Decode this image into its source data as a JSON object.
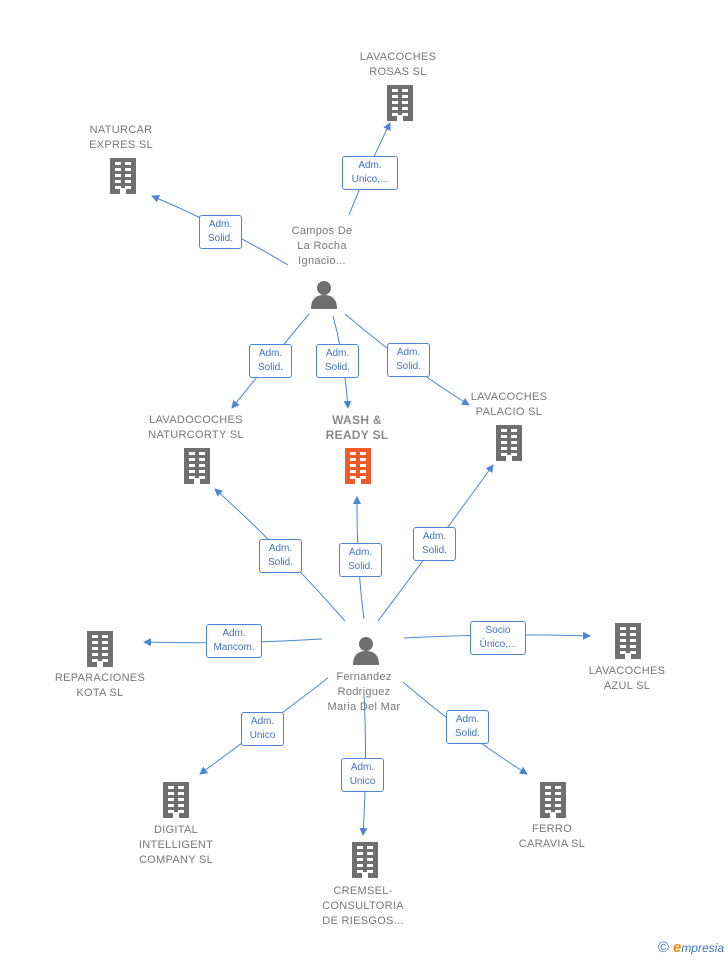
{
  "nodes": {
    "lavacoches_rosas": {
      "label": "LAVACOCHES\nROSAS SL",
      "type": "company"
    },
    "naturcar": {
      "label": "NATURCAR\nEXPRES SL",
      "type": "company"
    },
    "campos": {
      "label": "Campos De\nLa Rocha\nIgnacio...",
      "type": "person"
    },
    "lavadocoches": {
      "label": "LAVADOCOCHES\nNATURCORTY SL",
      "type": "company"
    },
    "wash": {
      "label": "WASH &\nREADY SL",
      "type": "focus"
    },
    "lavacoches_palacio": {
      "label": "LAVACOCHES\nPALACIO SL",
      "type": "company"
    },
    "reparaciones": {
      "label": "REPARACIONES\nKOTA SL",
      "type": "company"
    },
    "fernandez": {
      "label": "Fernandez\nRodriguez\nMaria Del Mar",
      "type": "person"
    },
    "lavacoches_azul": {
      "label": "LAVACOCHES\nAZUL SL",
      "type": "company"
    },
    "digital": {
      "label": "DIGITAL\nINTELLIGENT\nCOMPANY SL",
      "type": "company"
    },
    "cremsel": {
      "label": "CREMSEL-\nCONSULTORIA\nDE RIESGOS...",
      "type": "company"
    },
    "ferro": {
      "label": "FERRO\nCARAVIA  SL",
      "type": "company"
    }
  },
  "edges": [
    {
      "from": "campos",
      "to": "lavacoches_rosas",
      "label": "Adm.\nUnico,..."
    },
    {
      "from": "campos",
      "to": "naturcar",
      "label": "Adm.\nSolid."
    },
    {
      "from": "campos",
      "to": "lavadocoches",
      "label": "Adm.\nSolid."
    },
    {
      "from": "campos",
      "to": "wash",
      "label": "Adm.\nSolid."
    },
    {
      "from": "campos",
      "to": "lavacoches_palacio",
      "label": "Adm.\nSolid."
    },
    {
      "from": "fernandez",
      "to": "lavadocoches",
      "label": "Adm.\nSolid."
    },
    {
      "from": "fernandez",
      "to": "wash",
      "label": "Adm.\nSolid."
    },
    {
      "from": "fernandez",
      "to": "lavacoches_palacio",
      "label": "Adm.\nSolid."
    },
    {
      "from": "fernandez",
      "to": "reparaciones",
      "label": "Adm.\nMancom."
    },
    {
      "from": "fernandez",
      "to": "lavacoches_azul",
      "label": "Socio\nÚnico,..."
    },
    {
      "from": "fernandez",
      "to": "digital",
      "label": "Adm.\nUnico"
    },
    {
      "from": "fernandez",
      "to": "cremsel",
      "label": "Adm.\nUnico"
    },
    {
      "from": "fernandez",
      "to": "ferro",
      "label": "Adm.\nSolid."
    }
  ],
  "colors": {
    "edge": "#4a86d4",
    "company_icon": "#6f6f6f",
    "focus_icon": "#f05a28",
    "person_icon": "#6f6f6f",
    "text": "#777777"
  },
  "icons": {
    "company": "building-icon",
    "person": "person-icon",
    "copyright": "copyright-icon"
  },
  "footer": {
    "copyright": "©",
    "brand_initial": "e",
    "brand_rest": "mpresia"
  }
}
